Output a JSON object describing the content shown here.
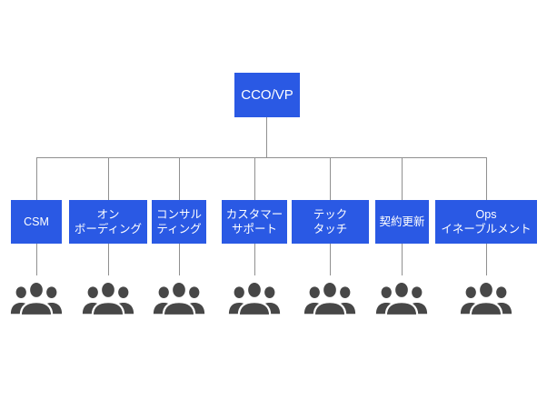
{
  "diagram": {
    "type": "org-chart",
    "background": "#ffffff",
    "root": {
      "label": "CCO/VP"
    },
    "departments": [
      {
        "label": "CSM",
        "icon": "team-icon"
      },
      {
        "label": "オン\nボーディング",
        "icon": "team-icon"
      },
      {
        "label": "コンサル\nティング",
        "icon": "team-icon"
      },
      {
        "label": "カスタマー\nサポート",
        "icon": "team-icon"
      },
      {
        "label": "テック\nタッチ",
        "icon": "team-icon"
      },
      {
        "label": "契約更新",
        "icon": "team-icon"
      },
      {
        "label": "Ops\nイネーブルメント",
        "icon": "team-icon"
      }
    ],
    "colors": {
      "node_fill": "#2a59e4",
      "node_text": "#ffffff",
      "connector": "#909090",
      "team_icon": "#474747"
    }
  }
}
